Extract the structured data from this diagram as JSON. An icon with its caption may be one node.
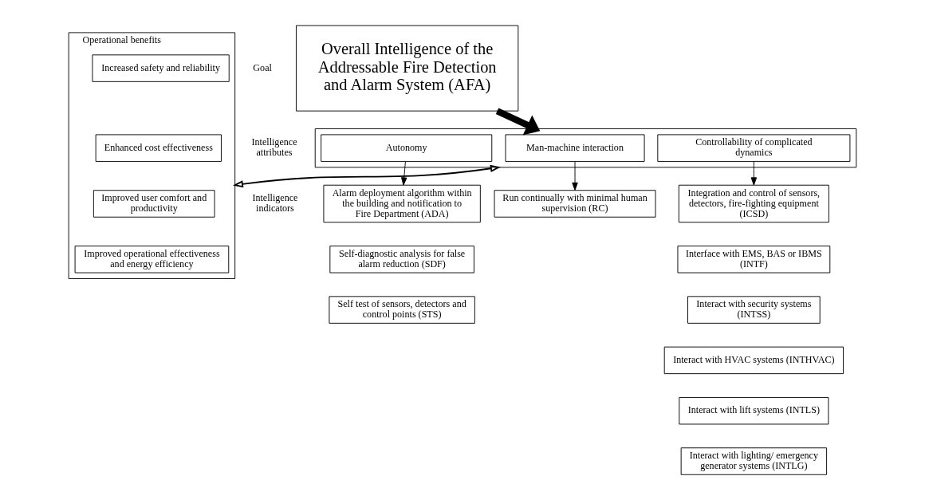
{
  "diagram": {
    "nodes": [
      {
        "text": [
          "Overall Intelligence of the Addressable Fire Detection and Alarm System (AFA)"
        ]
      },
      {
        "text": [
          "Operational benefits"
        ]
      },
      {
        "text": [
          "Increased safety and reliability"
        ],
        "in": 1
      },
      {
        "text": [
          "Enhanced cost effectiveness"
        ],
        "in": 1
      },
      {
        "text": [
          "Improved user comfort and productivity"
        ],
        "in": 1
      },
      {
        "text": [
          "Improved operational effectiveness and energy efficiency"
        ],
        "in": 1
      },
      {
        "text": [],
        "shape": "box"
      },
      {
        "text": [
          "Autonomy"
        ],
        "in": 6
      },
      {
        "text": [
          "Man-machine interaction"
        ],
        "in": 6
      },
      {
        "text": [
          "Controllability of complicated dynamics"
        ],
        "in": 6
      },
      {
        "text": [
          "Alarm deployment algorithm within the building and notification to Fire Department (ADA)"
        ]
      },
      {
        "text": [
          "Self-diagnostic analysis for false alarm reduction (SDF)"
        ]
      },
      {
        "text": [
          "Self test of sensors, detectors and control points (STS)"
        ]
      },
      {
        "text": [
          "Run continually with minimal human supervision (RC)"
        ]
      },
      {
        "text": [
          "Integration and control of sensors, detectors, fire-fighting equipment (ICSD)"
        ]
      },
      {
        "text": [
          "Interface with EMS, BAS or IBMS (INTF)"
        ]
      },
      {
        "text": [
          "Interact with security systems (INTSS)"
        ]
      },
      {
        "text": [
          "Interact with HVAC systems (INTHVAC)"
        ]
      },
      {
        "text": [
          "Interact with lift systems (INTLS)"
        ]
      },
      {
        "text": [
          "Interact with lighting/ emergency generator systems (INTLG)"
        ]
      }
    ],
    "edges": [
      {
        "from": 0,
        "to": 6,
        "arrow": "to",
        "style": "thick"
      },
      {
        "from": 6,
        "to": 1,
        "arrow": "both"
      },
      {
        "from": 7,
        "to": 10,
        "arrow": "to"
      },
      {
        "from": 8,
        "to": 13,
        "arrow": "to"
      },
      {
        "from": 9,
        "to": 14,
        "arrow": "to"
      }
    ],
    "labels": [
      "Goal",
      "Intelligence attributes",
      "Intelligence indicators"
    ]
  }
}
